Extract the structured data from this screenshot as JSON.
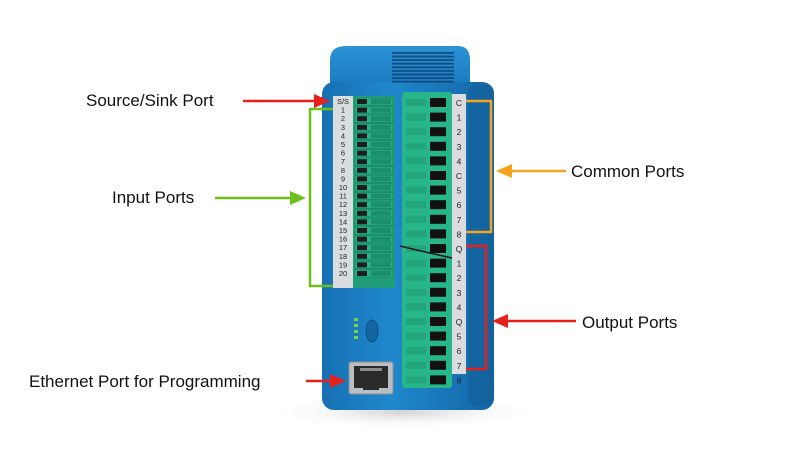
{
  "callouts": {
    "source_sink": "Source/Sink Port",
    "input": "Input Ports",
    "common": "Common Ports",
    "output": "Output Ports",
    "ethernet": "Ethernet Port for Programming"
  },
  "left_terminals": {
    "header": "S/S",
    "numbers": [
      "1",
      "2",
      "3",
      "4",
      "5",
      "6",
      "7",
      "8",
      "9",
      "10",
      "11",
      "12",
      "13",
      "14",
      "15",
      "16",
      "17",
      "18",
      "19",
      "20"
    ]
  },
  "right_terminals": {
    "common_group": [
      "C",
      "1",
      "2",
      "3",
      "4",
      "C",
      "5",
      "6",
      "7",
      "8"
    ],
    "output_group": [
      "Q",
      "1",
      "2",
      "3",
      "4",
      "Q",
      "5",
      "6",
      "7",
      "8"
    ]
  },
  "colors": {
    "housing": "#1b7fc4",
    "housing_dark": "#135e97",
    "terminal_green": "#27b58a",
    "label_strip": "#d9dde0",
    "source_arrow": "#e8201c",
    "input_arrow": "#6cc01a",
    "common_arrow": "#f5a21c",
    "output_arrow": "#e8201c",
    "ethernet_arrow": "#e8201c"
  }
}
